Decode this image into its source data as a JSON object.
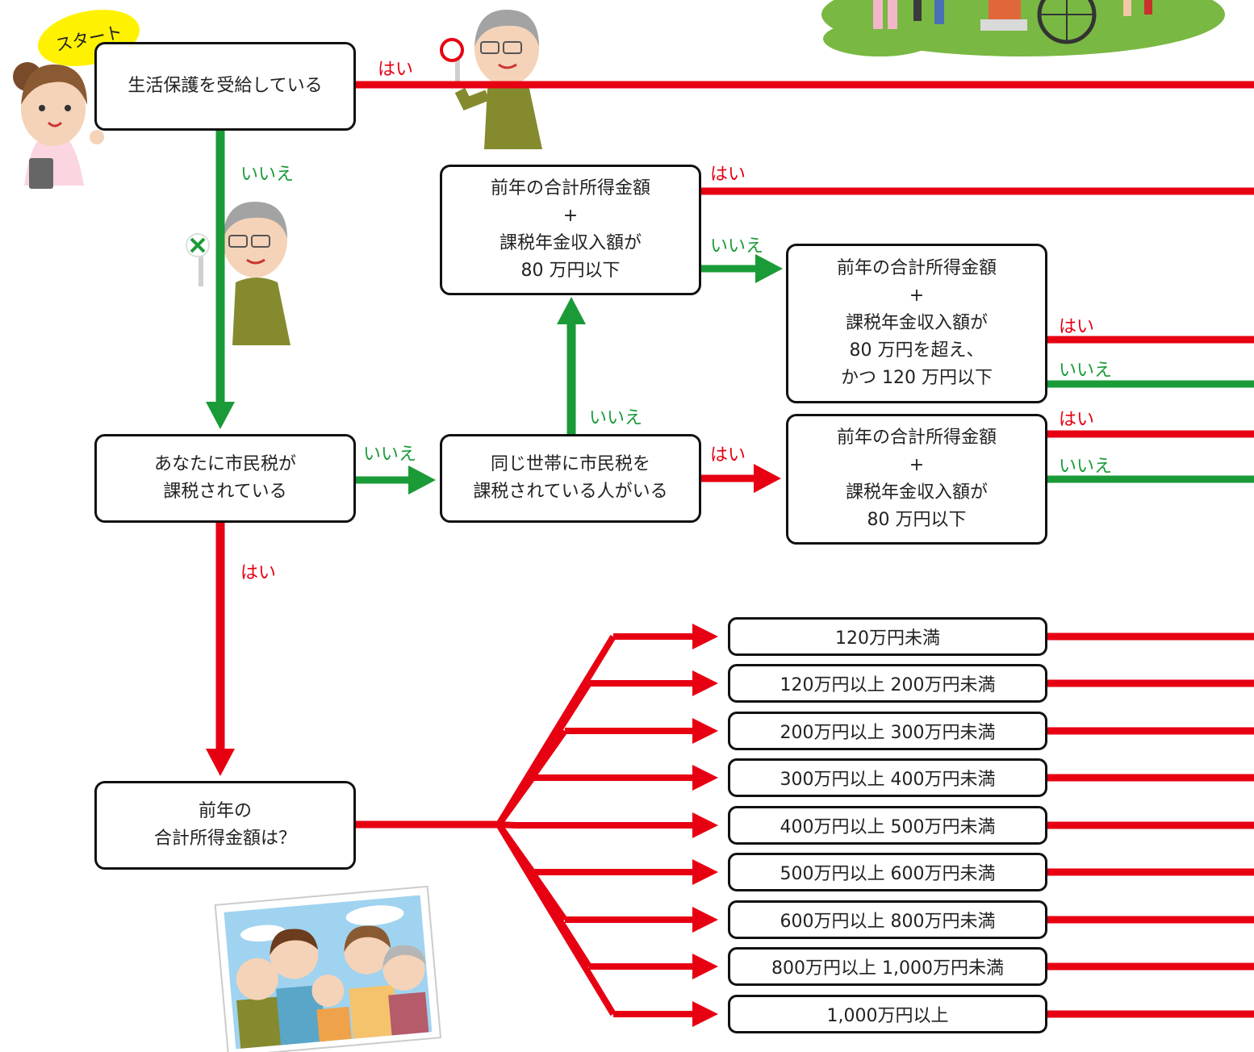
{
  "start_badge": "スタート",
  "nodes": {
    "welfare": "生活保護を受給している",
    "taxed_self": [
      "あなたに市民税が",
      "課税されている"
    ],
    "household": [
      "同じ世帯に市民税を",
      "課税されている人がいる"
    ],
    "under80_a": [
      "前年の合計所得金額",
      "+",
      "課税年金収入額が",
      "80 万円以下"
    ],
    "between": [
      "前年の合計所得金額",
      "+",
      "課税年金収入額が",
      "80 万円を超え、",
      "かつ 120 万円以下"
    ],
    "under80_b": [
      "前年の合計所得金額",
      "+",
      "課税年金収入額が",
      "80 万円以下"
    ],
    "income_q": [
      "前年の",
      "合計所得金額は？"
    ]
  },
  "labels": {
    "yes": "はい",
    "no": "いいえ"
  },
  "income_ranges": [
    "120万円未満",
    "120万円以上 200万円未満",
    "200万円以上 300万円未満",
    "300万円以上 400万円未満",
    "400万円以上 500万円未満",
    "500万円以上 600万円未満",
    "600万円以上 800万円未満",
    "800万円以上 1,000万円未満",
    "1,000万円以上"
  ],
  "colors": {
    "yes": "#e60012",
    "no": "#1b9a38",
    "badge": "#fff200",
    "grass": "#78b843"
  },
  "illustrations": [
    "nurse-illustration",
    "elder-with-circle-sign",
    "elder-with-cross-sign",
    "family-photo",
    "group-on-grass"
  ]
}
